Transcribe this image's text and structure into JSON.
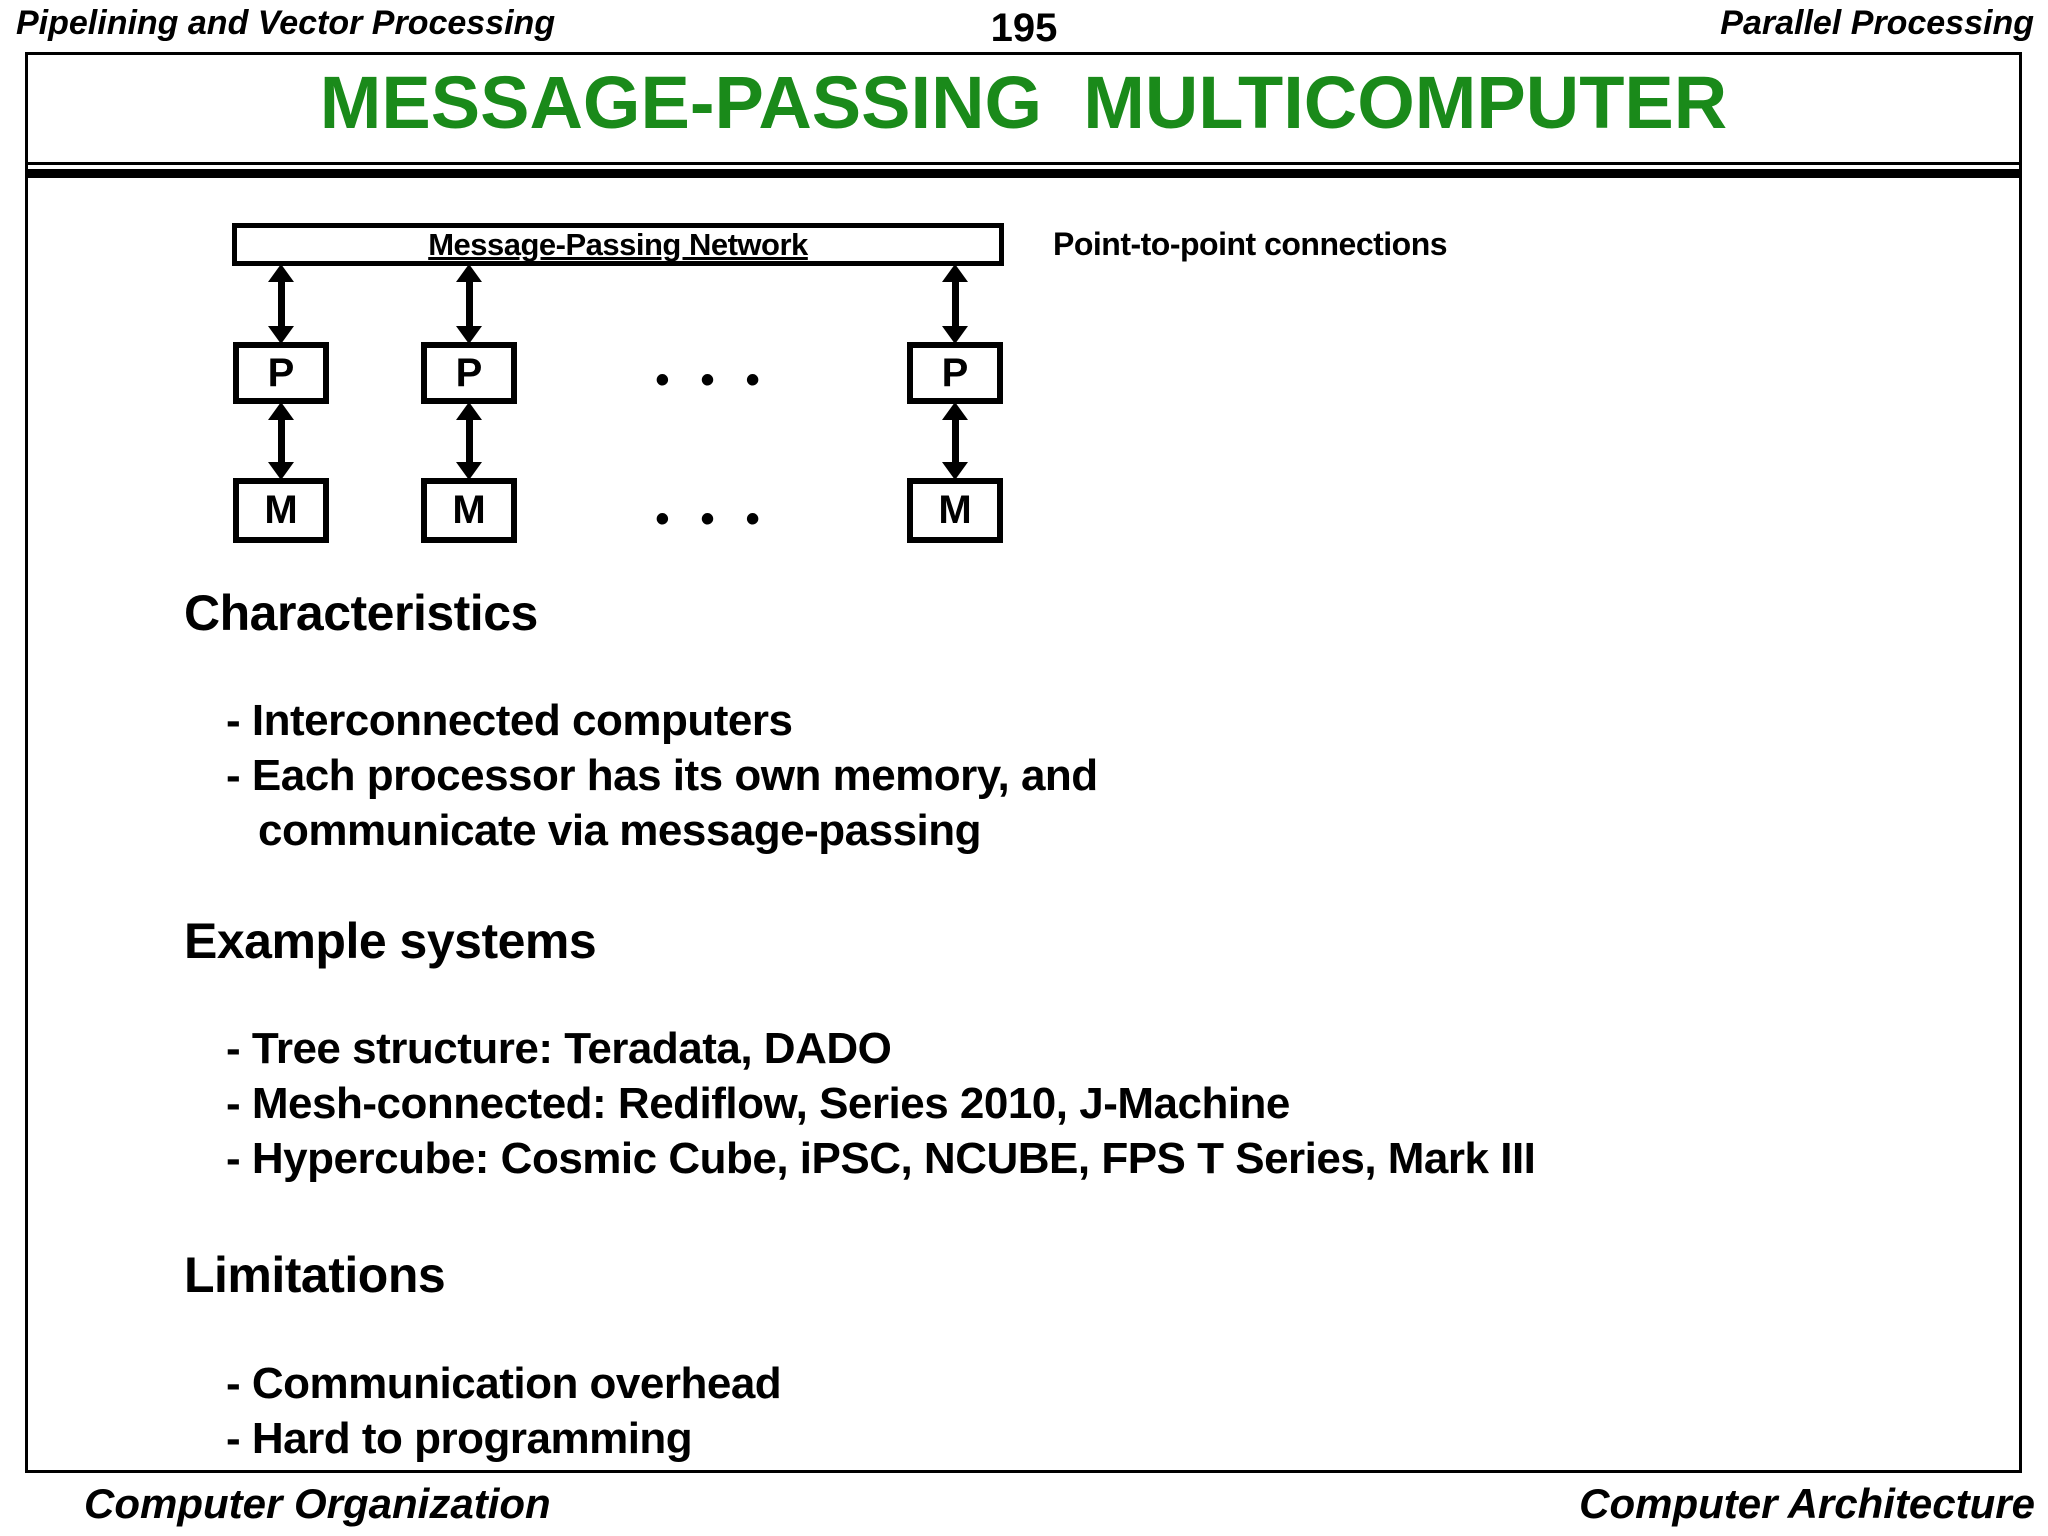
{
  "header": {
    "left": "Pipelining and Vector Processing",
    "page_number": "195",
    "right": "Parallel Processing"
  },
  "title": "MESSAGE-PASSING  MULTICOMPUTER",
  "diagram": {
    "network_label": "Message-Passing Network",
    "connection_note": "Point-to-point connections",
    "processor_label": "P",
    "memory_label": "M",
    "ellipsis": "• • •"
  },
  "sections": {
    "characteristics": {
      "heading": "Characteristics",
      "items": [
        "- Interconnected computers",
        "- Each processor has its own memory, and",
        "communicate via message-passing"
      ]
    },
    "examples": {
      "heading": "Example systems",
      "items": [
        "- Tree structure: Teradata, DADO",
        "- Mesh-connected: Rediflow, Series 2010, J-Machine",
        "- Hypercube: Cosmic Cube, iPSC, NCUBE, FPS T Series, Mark III"
      ]
    },
    "limitations": {
      "heading": "Limitations",
      "items": [
        "- Communication overhead",
        "- Hard to programming"
      ]
    }
  },
  "footer": {
    "left": "Computer Organization",
    "right": "Computer Architecture"
  },
  "colors": {
    "title_green": "#1A8A1A",
    "text_black": "#000000"
  }
}
